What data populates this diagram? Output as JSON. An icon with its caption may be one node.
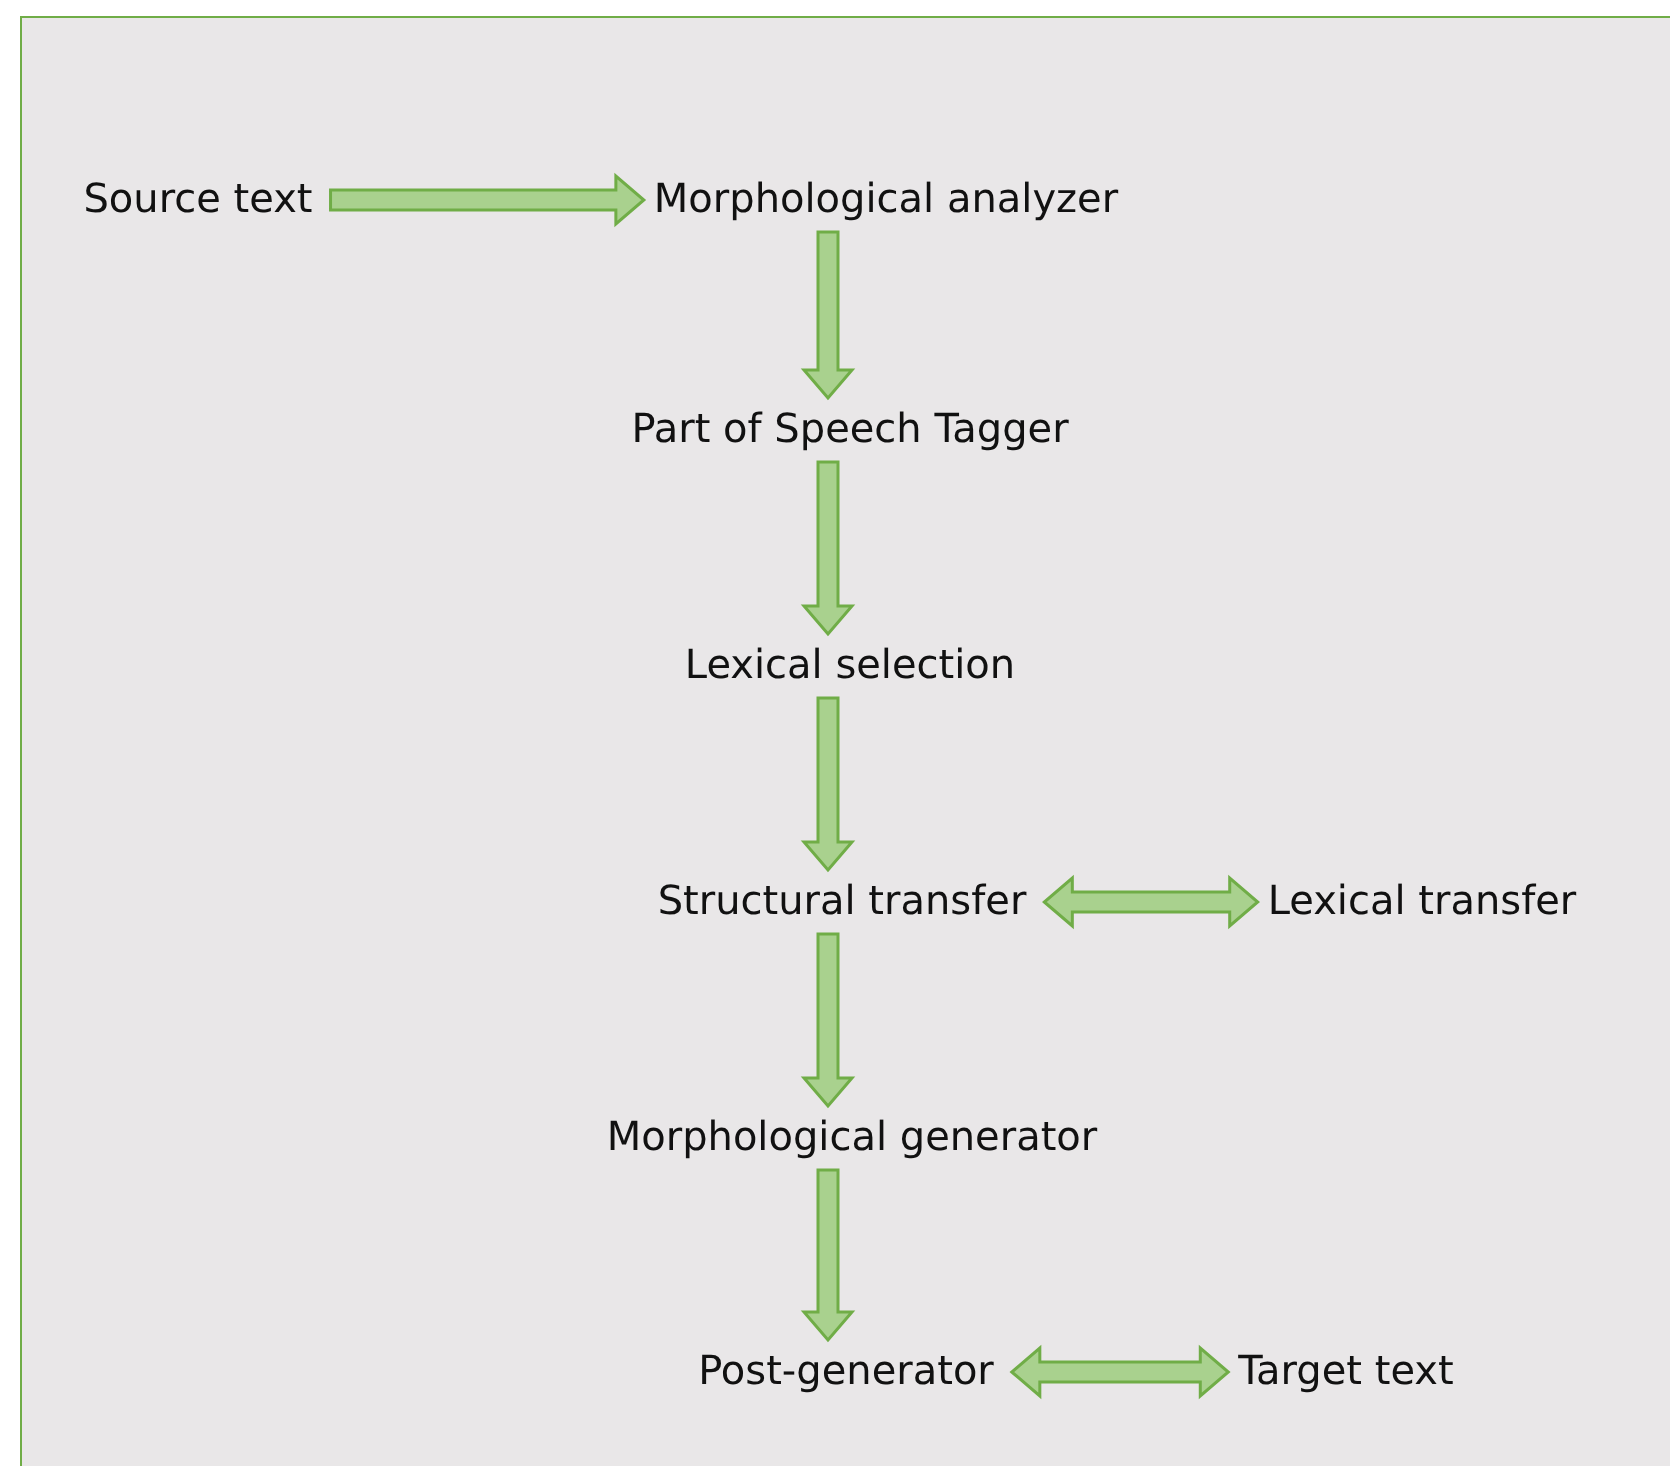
{
  "diagram": {
    "nodes": [
      {
        "text": [
          "Source text"
        ]
      },
      {
        "text": [
          "Morphological analyzer"
        ]
      },
      {
        "text": [
          "Part of Speech Tagger"
        ]
      },
      {
        "text": [
          "Lexical selection"
        ]
      },
      {
        "text": [
          "Structural transfer"
        ]
      },
      {
        "text": [
          "Lexical transfer"
        ]
      },
      {
        "text": [
          "Morphological generator"
        ]
      },
      {
        "text": [
          "Post-generator"
        ]
      },
      {
        "text": [
          "Target text"
        ]
      }
    ],
    "edges": [
      {
        "from": 0,
        "to": 1,
        "arrow": "to"
      },
      {
        "from": 1,
        "to": 2,
        "arrow": "to"
      },
      {
        "from": 2,
        "to": 3,
        "arrow": "to"
      },
      {
        "from": 3,
        "to": 4,
        "arrow": "to"
      },
      {
        "from": 4,
        "to": 5,
        "arrow": "both"
      },
      {
        "from": 4,
        "to": 6,
        "arrow": "to"
      },
      {
        "from": 6,
        "to": 7,
        "arrow": "to"
      },
      {
        "from": 7,
        "to": 8,
        "arrow": "both"
      }
    ]
  }
}
